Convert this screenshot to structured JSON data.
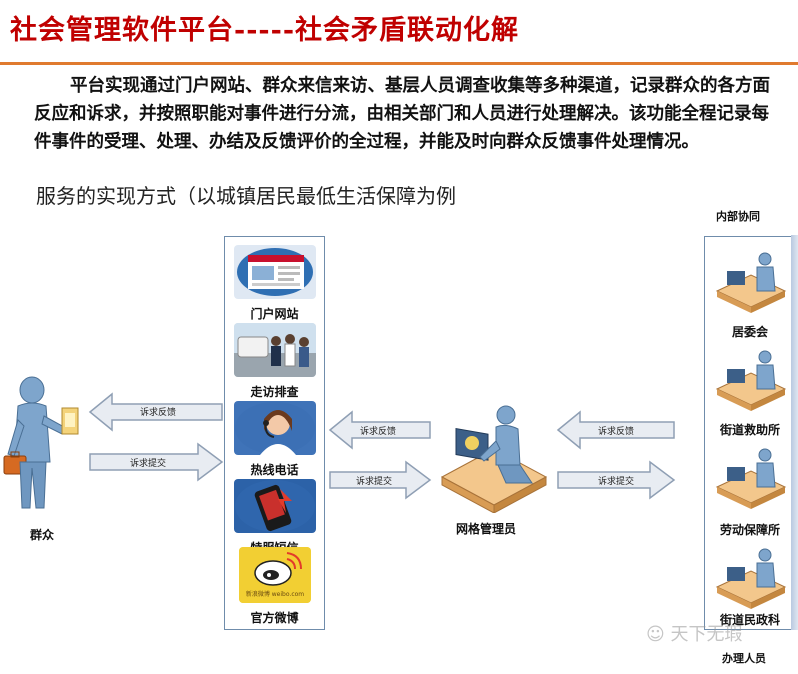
{
  "title": "社会管理软件平台-----社会矛盾联动化解",
  "paragraph": "平台实现通过门户网站、群众来信来访、基层人员调查收集等多种渠道，记录群众的各方面反应和诉求，并按照职能对事件进行分流，由相关部门和人员进行处理解决。该功能全程记录每件事件的受理、处理、办结及反馈评价的全过程，并能及时向群众反馈事件处理情况。",
  "subtitle": "服务的实现方式（以城镇居民最低生活保障为例",
  "channels": [
    {
      "label": "门户网站",
      "icon": "website-icon"
    },
    {
      "label": "走访排查",
      "icon": "visit-icon"
    },
    {
      "label": "热线电话",
      "icon": "hotline-icon"
    },
    {
      "label": "特服短信",
      "icon": "sms-icon"
    },
    {
      "label": "官方微博",
      "icon": "weibo-icon"
    }
  ],
  "weibo_logo_text": "新浪微博 weibo.com",
  "nodes": {
    "citizen": "群众",
    "grid_manager": "网格管理员",
    "internal_header": "内部协同",
    "handler_footer": "办理人员"
  },
  "departments": [
    {
      "label": "居委会"
    },
    {
      "label": "街道救助所"
    },
    {
      "label": "劳动保障所"
    },
    {
      "label": "街道民政科"
    }
  ],
  "arrows": {
    "feedback": "诉求反馈",
    "submit": "诉求提交"
  },
  "watermark": "天下无瑕",
  "colors": {
    "title": "#c00000",
    "rule": "#e07a2e",
    "panel_border": "#6f8cab",
    "arrow_fill": "#e8ecf2",
    "arrow_stroke": "#8f9fb4"
  }
}
